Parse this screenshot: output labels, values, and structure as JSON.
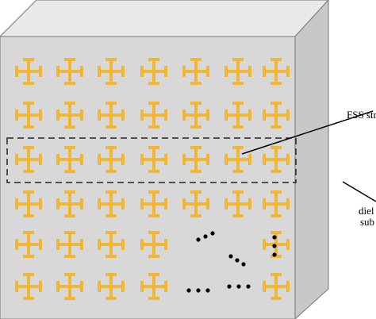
{
  "labels": {
    "fss": "FSS str",
    "dielectric_line1": "diel",
    "dielectric_line2": "sub"
  },
  "grid": {
    "rows": 6,
    "columns": 7
  },
  "colors": {
    "element": "#f2b635",
    "front_face": "#d8d8d8",
    "top_face": "#e9e9e9",
    "side_face": "#c8c8c8",
    "outline": "#777777",
    "highlight_box": "#222222",
    "leader_line": "#000000",
    "ellipsis_dots": "#000000"
  }
}
